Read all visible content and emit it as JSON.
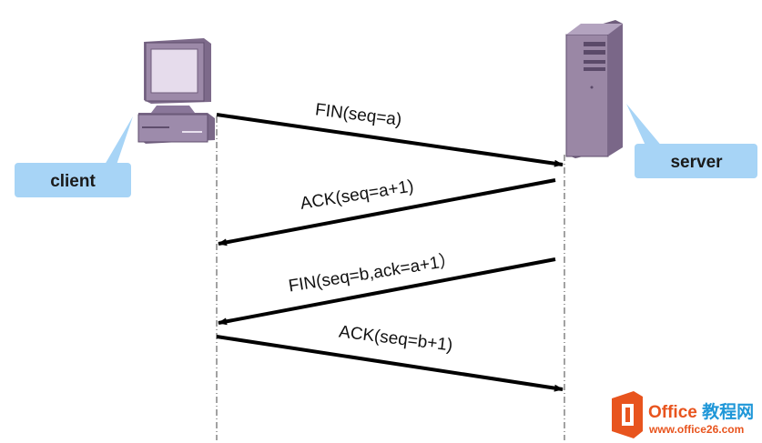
{
  "nodes": {
    "client_label": "client",
    "server_label": "server"
  },
  "messages": [
    {
      "label": "FIN(seq=a)",
      "direction": "client-to-server"
    },
    {
      "label": "ACK(seq=a+1)",
      "direction": "server-to-client"
    },
    {
      "label": "FIN(seq=b,ack=a+1）",
      "direction": "server-to-client"
    },
    {
      "label": "ACK(seq=b+1)",
      "direction": "client-to-server"
    }
  ],
  "watermark": {
    "title_latin": "Office",
    "title_cjk": "教程网",
    "url": "www.office26.com"
  },
  "colors": {
    "callout_fill": "#a7d4f6",
    "device_fill": "#9a87a5",
    "device_dark": "#6f5d7c",
    "arrow": "#000000",
    "lifeline": "#444444",
    "watermark_orange": "#e8541e",
    "watermark_blue": "#1f97d8"
  },
  "icons": {
    "client_device": "desktop-computer-icon",
    "server_device": "tower-server-icon",
    "watermark_logo": "office-logo-icon"
  }
}
